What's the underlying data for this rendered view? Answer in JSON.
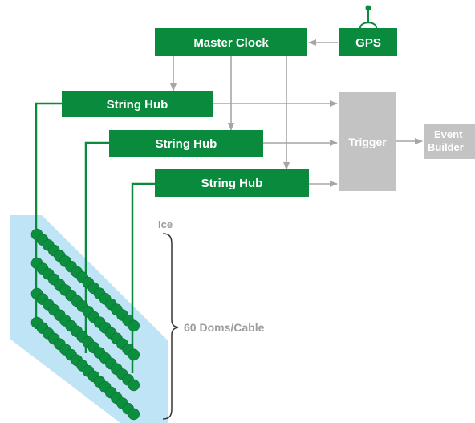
{
  "colors": {
    "green": "#0a8a3c",
    "green_line": "#0a8a3c",
    "gray_box": "#c3c3c3",
    "arrow": "#a6a6a6",
    "ice": "#bfe4f6",
    "dom": "#0b8f3f",
    "brace": "#333333",
    "white": "#ffffff",
    "gray_text": "#9c9c9c"
  },
  "nodes": {
    "master_clock": "Master Clock",
    "gps": "GPS",
    "string_hub_1": "String Hub",
    "string_hub_2": "String Hub",
    "string_hub_3": "String Hub",
    "trigger": "Trigger",
    "event_builder": "Event Builder"
  },
  "labels": {
    "ice": "Ice",
    "doms": "60 Doms/Cable"
  },
  "icons": {
    "antenna": "antenna-icon"
  }
}
